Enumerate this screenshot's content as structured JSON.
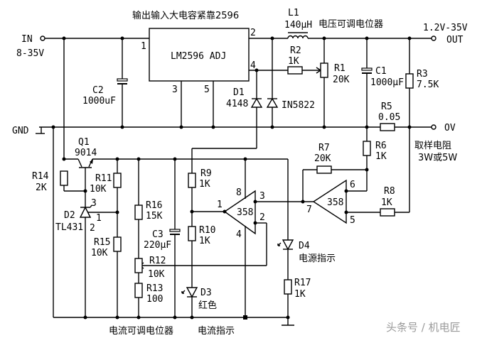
{
  "title": "输出输入大电容紧靠2596",
  "terminals": {
    "in_label": "IN",
    "in_range": "8-35V",
    "gnd_label": "GND",
    "out_label": "OUT",
    "out_range": "1.2V-35V",
    "ov_label": "OV"
  },
  "ic": {
    "name": "LM2596 ADJ",
    "pins": [
      "1",
      "2",
      "3",
      "4",
      "5"
    ]
  },
  "components": {
    "L1": {
      "ref": "L1",
      "value": "140μH"
    },
    "R1": {
      "ref": "R1",
      "value": "20K",
      "note": "电压可调电位器"
    },
    "R2": {
      "ref": "R2",
      "value": "1K"
    },
    "R3": {
      "ref": "R3",
      "value": "7.5K"
    },
    "R5": {
      "ref": "R5",
      "value": "0.05",
      "note": "取样电阻",
      "note2": "3W或5W"
    },
    "R6": {
      "ref": "R6",
      "value": "1K"
    },
    "R7": {
      "ref": "R7",
      "value": "20K"
    },
    "R8": {
      "ref": "R8",
      "value": "1K"
    },
    "R9": {
      "ref": "R9",
      "value": "1K"
    },
    "R10": {
      "ref": "R10",
      "value": "1K"
    },
    "R11": {
      "ref": "R11",
      "value": "10K"
    },
    "R12": {
      "ref": "R12",
      "value": "10K",
      "note": "电流可调电位器"
    },
    "R13": {
      "ref": "R13",
      "value": "100"
    },
    "R14": {
      "ref": "R14",
      "value": "2K"
    },
    "R15": {
      "ref": "R15",
      "value": "10K"
    },
    "R16": {
      "ref": "R16",
      "value": "15K"
    },
    "R17": {
      "ref": "R17",
      "value": "1K"
    },
    "C1": {
      "ref": "C1",
      "value": "1000μF"
    },
    "C2": {
      "ref": "C2",
      "value": "1000uF"
    },
    "C3": {
      "ref": "C3",
      "value": "220μF"
    },
    "D1": {
      "ref": "D1",
      "value": "4148"
    },
    "D5822": {
      "value": "IN5822"
    },
    "D2": {
      "ref": "D2",
      "value": "TL431",
      "pins": [
        "3",
        "1",
        "2"
      ]
    },
    "D3": {
      "ref": "D3",
      "value": "红色",
      "note": "电流指示"
    },
    "D4": {
      "ref": "D4",
      "value": "电源指示"
    },
    "Q1": {
      "ref": "Q1",
      "value": "9014"
    },
    "U_left": {
      "name": "358",
      "pins": [
        "8",
        "1",
        "3",
        "2",
        "4"
      ]
    },
    "U_right": {
      "name": "358",
      "pins": [
        "6",
        "7",
        "5"
      ]
    }
  },
  "watermark": "头条号 / 机电匠"
}
